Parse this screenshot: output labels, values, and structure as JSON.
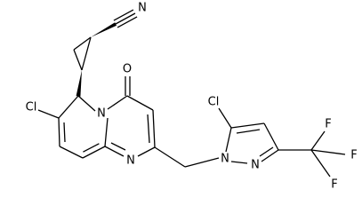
{
  "structure": {
    "atoms": {
      "n_nitrile": "N",
      "o_carbonyl": "O",
      "cl_pyrido": "Cl",
      "n_bridgehead": "N",
      "n_pyrimidine": "N",
      "cl_pyrazole": "Cl",
      "n1_pyrazole": "N",
      "n2_pyrazole": "N",
      "f_top": "F",
      "f_right": "F",
      "f_bottom": "F"
    }
  }
}
